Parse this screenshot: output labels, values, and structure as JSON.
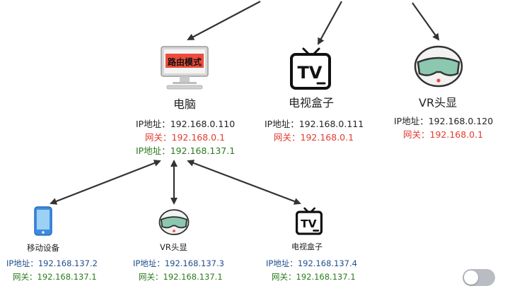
{
  "colors": {
    "arrow": "#333333",
    "label_black": "#222222",
    "gateway_red": "#e23b30",
    "ip_green": "#2c7a1e",
    "ip_blue": "#1f4e8c",
    "router_tag_bg": "#ef4c3c"
  },
  "top_devices": {
    "pc": {
      "name": "电脑",
      "screen_tag": "路由模式",
      "icon": "desktop-computer-icon",
      "lines": [
        {
          "key": "IP地址：",
          "value": "192.168.0.110"
        },
        {
          "key": "网关：",
          "value": "192.168.0.1"
        },
        {
          "key": "IP地址：",
          "value": "192.168.137.1"
        }
      ]
    },
    "tv_box": {
      "name": "电视盒子",
      "icon": "tv-icon",
      "tv_text": "TV",
      "lines": [
        {
          "key": "IP地址：",
          "value": "192.168.0.111"
        },
        {
          "key": "网关：",
          "value": "192.168.0.1"
        }
      ]
    },
    "vr": {
      "name": "VR头显",
      "icon": "vr-headset-icon",
      "lines": [
        {
          "key": "IP地址：",
          "value": "192.168.0.120"
        },
        {
          "key": "网关：",
          "value": "192.168.0.1"
        }
      ]
    }
  },
  "bottom_devices": {
    "mobile": {
      "name": "移动设备",
      "icon": "smartphone-icon",
      "lines": [
        {
          "key": "IP地址：",
          "value": "192.168.137.2"
        },
        {
          "key": "网关：",
          "value": "192.168.137.1"
        }
      ]
    },
    "vr": {
      "name": "VR头显",
      "icon": "vr-headset-icon",
      "lines": [
        {
          "key": "IP地址：",
          "value": "192.168.137.3"
        },
        {
          "key": "网关：",
          "value": "192.168.137.1"
        }
      ]
    },
    "tv_box": {
      "name": "电视盒子",
      "icon": "tv-icon",
      "tv_text": "TV",
      "lines": [
        {
          "key": "IP地址：",
          "value": "192.168.137.4"
        },
        {
          "key": "网关：",
          "value": "192.168.137.1"
        }
      ]
    }
  },
  "toggle": {
    "state": "off"
  }
}
